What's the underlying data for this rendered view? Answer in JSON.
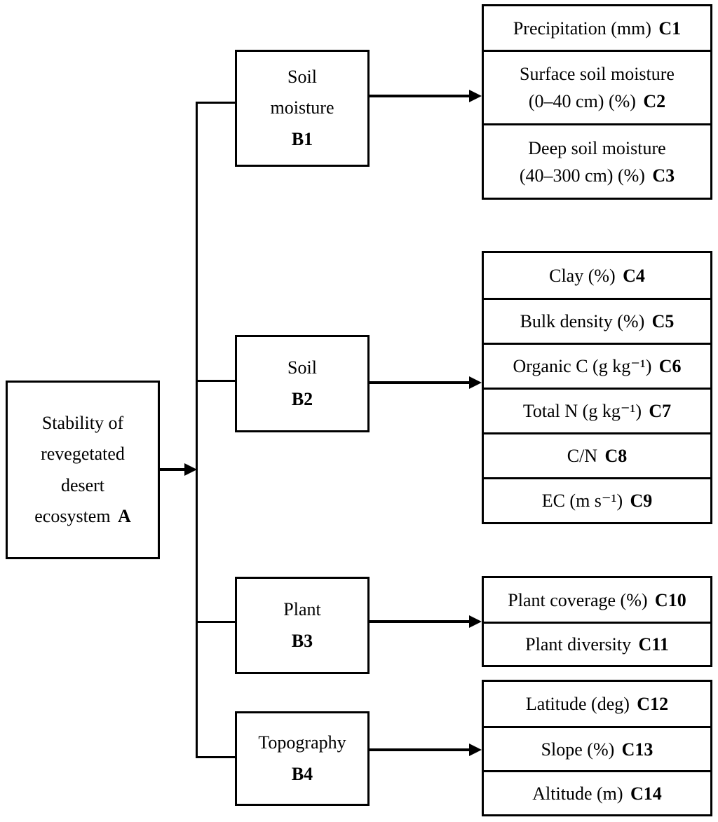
{
  "diagram": {
    "goal": {
      "label": "Stability of\nrevegetated\ndesert\necosystem",
      "code": "A"
    },
    "criteria": [
      {
        "label": "Soil\nmoisture",
        "code": "B1"
      },
      {
        "label": "Soil",
        "code": "B2"
      },
      {
        "label": "Plant",
        "code": "B3"
      },
      {
        "label": "Topography",
        "code": "B4"
      }
    ],
    "indicator_groups": [
      {
        "items": [
          {
            "label": "Precipitation (mm)",
            "code": "C1"
          },
          {
            "label": "Surface soil moisture\n(0–40 cm) (%)",
            "code": "C2"
          },
          {
            "label": "Deep soil moisture\n(40–300 cm) (%)",
            "code": "C3"
          }
        ]
      },
      {
        "items": [
          {
            "label": "Clay (%)",
            "code": "C4"
          },
          {
            "label": "Bulk density (%)",
            "code": "C5"
          },
          {
            "label": "Organic C (g kg⁻¹)",
            "code": "C6"
          },
          {
            "label": "Total N (g kg⁻¹)",
            "code": "C7"
          },
          {
            "label": "C/N",
            "code": "C8"
          },
          {
            "label": "EC (m s⁻¹)",
            "code": "C9"
          }
        ]
      },
      {
        "items": [
          {
            "label": "Plant coverage (%)",
            "code": "C10"
          },
          {
            "label": "Plant diversity",
            "code": "C11"
          }
        ]
      },
      {
        "items": [
          {
            "label": "Latitude (deg)",
            "code": "C12"
          },
          {
            "label": "Slope (%)",
            "code": "C13"
          },
          {
            "label": "Altitude (m)",
            "code": "C14"
          }
        ]
      }
    ],
    "line_color": "#000000",
    "background_color": "#ffffff"
  }
}
